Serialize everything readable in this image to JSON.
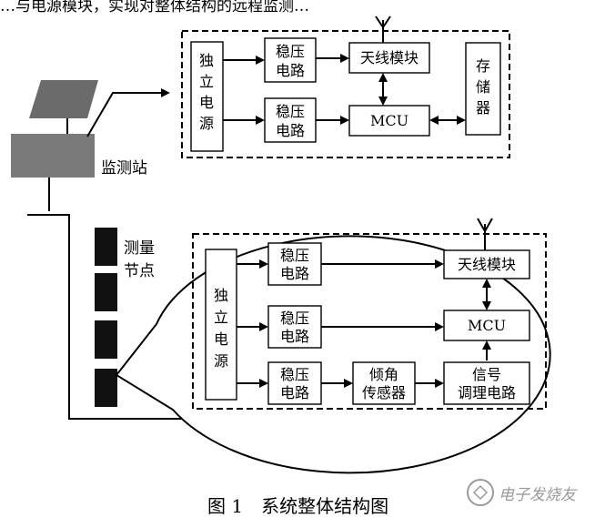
{
  "header_text": "…与电源模块，实现对整体结构的远程监测…",
  "station": {
    "label": "监测站"
  },
  "node": {
    "label_line1": "测量",
    "label_line2": "节点"
  },
  "top_block": {
    "power": [
      "独",
      "立",
      "电",
      "源"
    ],
    "reg1": [
      "稳压",
      "电路"
    ],
    "reg2": [
      "稳压",
      "电路"
    ],
    "antenna": "天线模块",
    "mcu": "MCU",
    "storage": [
      "存",
      "储",
      "器"
    ]
  },
  "bottom_block": {
    "power": [
      "独",
      "立",
      "电",
      "源"
    ],
    "reg1": [
      "稳压",
      "电路"
    ],
    "reg2": [
      "稳压",
      "电路"
    ],
    "reg3": [
      "稳压",
      "电路"
    ],
    "antenna": "天线模块",
    "mcu": "MCU",
    "tilt": [
      "倾角",
      "传感器"
    ],
    "signal": [
      "信号",
      "调理电路"
    ]
  },
  "caption": "图 1　系统整体结构图",
  "watermark": "电子发烧友",
  "colors": {
    "panel": "#6b6b6b",
    "station": "#7a7a7a",
    "node": "#111111"
  }
}
